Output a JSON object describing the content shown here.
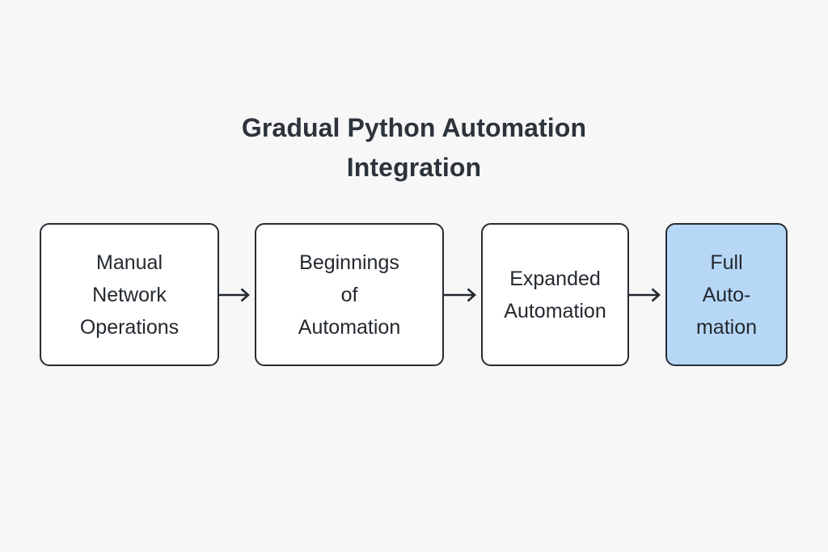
{
  "diagram": {
    "title": "Gradual Python Automation\nIntegration",
    "background_color": "#f7f7f8",
    "title_color": "#2d333b",
    "border_color": "#262c33",
    "default_fill": "#ffffff",
    "highlight_fill": "#b6d7f5",
    "arrow_color": "#23292f",
    "nodes": [
      {
        "id": "manual-network-operations",
        "label": "Manual\nNetwork\nOperations",
        "fill": "#ffffff"
      },
      {
        "id": "beginnings-of-automation",
        "label": "Beginnings\nof\nAutomation",
        "fill": "#ffffff"
      },
      {
        "id": "expanded-automation",
        "label": "Expanded\nAutomation",
        "fill": "#ffffff"
      },
      {
        "id": "full-automation",
        "label": "Full\nAuto-\nmation",
        "fill": "#b6d7f5"
      }
    ],
    "connectors": [
      {
        "id": "arrow-0",
        "from": "manual-network-operations",
        "to": "beginnings-of-automation",
        "icon": "arrow-right-icon",
        "label": ""
      },
      {
        "id": "arrow-1",
        "from": "beginnings-of-automation",
        "to": "expanded-automation",
        "icon": "arrow-right-icon",
        "label": ""
      },
      {
        "id": "arrow-2",
        "from": "expanded-automation",
        "to": "full-automation",
        "icon": "arrow-right-icon",
        "label": ""
      }
    ]
  }
}
